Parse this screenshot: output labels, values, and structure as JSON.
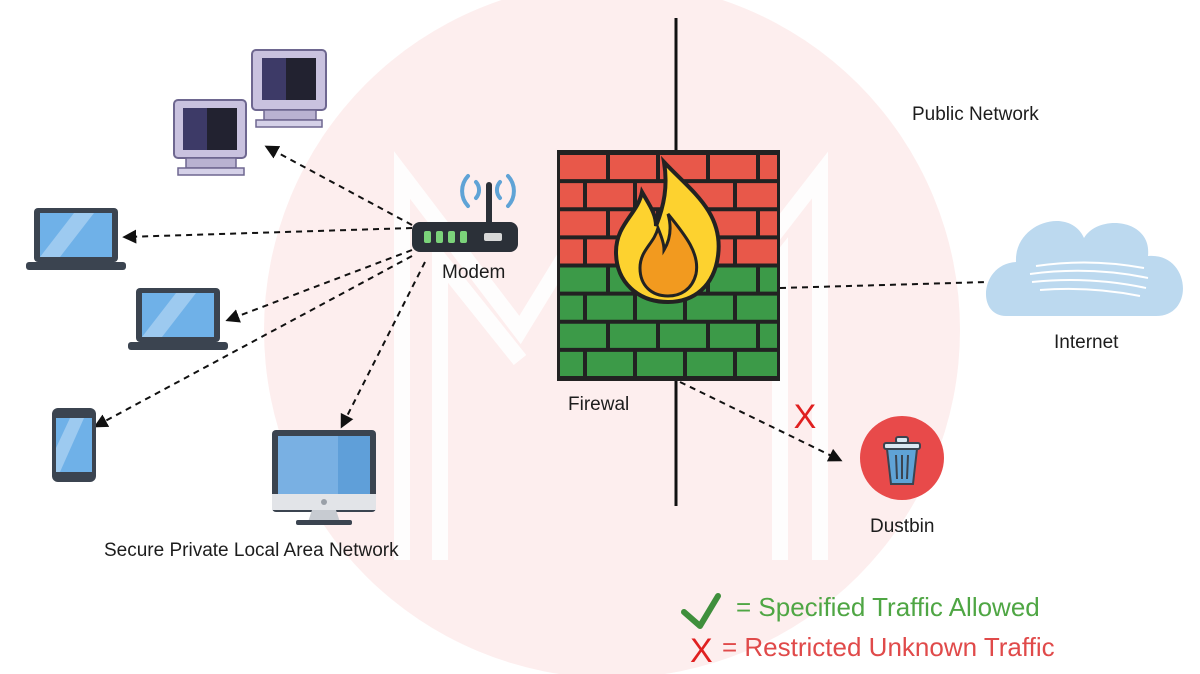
{
  "labels": {
    "public_network": "Public Network",
    "modem": "Modem",
    "internet": "Internet",
    "firewall": "Firewal",
    "dustbin": "Dustbin",
    "lan": "Secure Private Local Area  Network"
  },
  "blocked_mark": "X",
  "legend": {
    "allowed_text": "= Specified Traffic Allowed",
    "restricted_symbol": "X",
    "restricted_text": "= Restricted Unknown Traffic"
  },
  "colors": {
    "background_circle": "#fbeaea",
    "brick_red": "#e8584a",
    "brick_green": "#3c9a48",
    "flame_outer": "#fbd22d",
    "flame_inner": "#f29a1f",
    "cloud": "#bcd9ef",
    "screen": "#6fa8dc",
    "dustbin_circle": "#e84a4a",
    "allowed": "#4fa644",
    "restricted": "#e04a4a"
  },
  "icons": [
    "monitor-icon",
    "laptop-icon",
    "phone-icon",
    "desktop-icon",
    "router-icon",
    "cloud-icon",
    "firewall-icon",
    "flame-icon",
    "trash-icon",
    "checkmark-icon",
    "cross-icon"
  ]
}
